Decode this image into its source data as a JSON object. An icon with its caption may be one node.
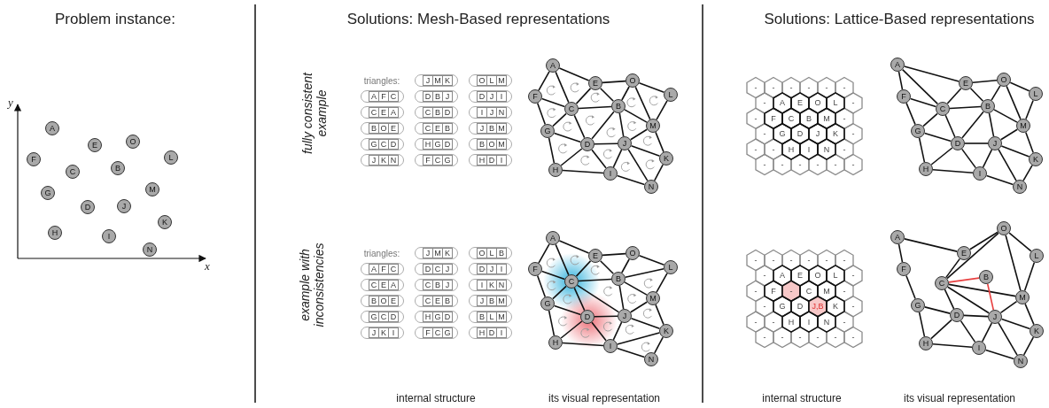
{
  "diagram": {
    "nodes": [
      {
        "text": [
          "A"
        ]
      },
      {
        "text": [
          "B"
        ]
      },
      {
        "text": [
          "C"
        ]
      },
      {
        "text": [
          "D"
        ]
      },
      {
        "text": [
          "E"
        ]
      },
      {
        "text": [
          "F"
        ]
      },
      {
        "text": [
          "G"
        ]
      },
      {
        "text": [
          "H"
        ]
      },
      {
        "text": [
          "I"
        ]
      },
      {
        "text": [
          "J"
        ]
      },
      {
        "text": [
          "K"
        ]
      },
      {
        "text": [
          "L"
        ]
      },
      {
        "text": [
          "M"
        ]
      },
      {
        "text": [
          "N"
        ]
      },
      {
        "text": [
          "O"
        ]
      },
      {
        "text": [
          "A",
          "F",
          "C"
        ]
      },
      {
        "text": [
          "C",
          "E",
          "A"
        ]
      },
      {
        "text": [
          "B",
          "O",
          "E"
        ]
      },
      {
        "text": [
          "G",
          "C",
          "D"
        ]
      },
      {
        "text": [
          "J",
          "K",
          "N"
        ]
      },
      {
        "text": [
          "J",
          "M",
          "K"
        ]
      },
      {
        "text": [
          "D",
          "B",
          "J"
        ]
      },
      {
        "text": [
          "C",
          "B",
          "D"
        ]
      },
      {
        "text": [
          "C",
          "E",
          "B"
        ]
      },
      {
        "text": [
          "H",
          "G",
          "D"
        ]
      },
      {
        "text": [
          "F",
          "C",
          "G"
        ]
      },
      {
        "text": [
          "O",
          "L",
          "M"
        ]
      },
      {
        "text": [
          "D",
          "J",
          "I"
        ]
      },
      {
        "text": [
          "I",
          "J",
          "N"
        ]
      },
      {
        "text": [
          "J",
          "B",
          "M"
        ]
      },
      {
        "text": [
          "B",
          "O",
          "M"
        ]
      },
      {
        "text": [
          "H",
          "D",
          "I"
        ]
      },
      {
        "text": [
          "A"
        ]
      },
      {
        "text": [
          "B"
        ]
      },
      {
        "text": [
          "C"
        ]
      },
      {
        "text": [
          "D"
        ]
      },
      {
        "text": [
          "E"
        ]
      },
      {
        "text": [
          "F"
        ]
      },
      {
        "text": [
          "G"
        ]
      },
      {
        "text": [
          "H"
        ]
      },
      {
        "text": [
          "I"
        ]
      },
      {
        "text": [
          "J"
        ]
      },
      {
        "text": [
          "K"
        ]
      },
      {
        "text": [
          "L"
        ]
      },
      {
        "text": [
          "M"
        ]
      },
      {
        "text": [
          "N"
        ]
      },
      {
        "text": [
          "O"
        ]
      },
      {
        "text": [
          "A",
          "F",
          "C"
        ]
      },
      {
        "text": [
          "C",
          "E",
          "A"
        ]
      },
      {
        "text": [
          "B",
          "O",
          "E"
        ]
      },
      {
        "text": [
          "G",
          "C",
          "D"
        ]
      },
      {
        "text": [
          "J",
          "K",
          "I"
        ]
      },
      {
        "text": [
          "J",
          "M",
          "K"
        ]
      },
      {
        "text": [
          "D",
          "C",
          "J"
        ]
      },
      {
        "text": [
          "C",
          "B",
          "J"
        ]
      },
      {
        "text": [
          "C",
          "E",
          "B"
        ]
      },
      {
        "text": [
          "H",
          "G",
          "D"
        ]
      },
      {
        "text": [
          "F",
          "C",
          "G"
        ]
      },
      {
        "text": [
          "O",
          "L",
          "B"
        ]
      },
      {
        "text": [
          "D",
          "J",
          "I"
        ]
      },
      {
        "text": [
          "I",
          "K",
          "N"
        ]
      },
      {
        "text": [
          "J",
          "B",
          "M"
        ]
      },
      {
        "text": [
          "B",
          "L",
          "M"
        ]
      },
      {
        "text": [
          "H",
          "D",
          "I"
        ]
      },
      {
        "text": [
          "A"
        ]
      },
      {
        "text": [
          "B"
        ]
      },
      {
        "text": [
          "C"
        ]
      },
      {
        "text": [
          "D"
        ]
      },
      {
        "text": [
          "E"
        ]
      },
      {
        "text": [
          "F"
        ]
      },
      {
        "text": [
          "G"
        ]
      },
      {
        "text": [
          "H"
        ]
      },
      {
        "text": [
          "I"
        ]
      },
      {
        "text": [
          "J"
        ]
      },
      {
        "text": [
          "K"
        ]
      },
      {
        "text": [
          "L"
        ]
      },
      {
        "text": [
          "M"
        ]
      },
      {
        "text": [
          "N"
        ]
      },
      {
        "text": [
          "O"
        ]
      },
      {
        "text": [
          "A"
        ]
      },
      {
        "text": [
          "B"
        ]
      },
      {
        "text": [
          "C"
        ]
      },
      {
        "text": [
          "D"
        ]
      },
      {
        "text": [
          "E"
        ]
      },
      {
        "text": [
          "F"
        ]
      },
      {
        "text": [
          "G"
        ]
      },
      {
        "text": [
          "H"
        ]
      },
      {
        "text": [
          "I"
        ]
      },
      {
        "text": [
          "J"
        ]
      },
      {
        "text": [
          "K"
        ]
      },
      {
        "text": [
          "L"
        ]
      },
      {
        "text": [
          "M"
        ]
      },
      {
        "text": [
          "N"
        ]
      },
      {
        "text": [
          "O"
        ]
      },
      {
        "text": [
          "A"
        ]
      },
      {
        "text": [
          "B"
        ]
      },
      {
        "text": [
          "C"
        ]
      },
      {
        "text": [
          "D"
        ]
      },
      {
        "text": [
          "E"
        ]
      },
      {
        "text": [
          "F"
        ]
      },
      {
        "text": [
          "G"
        ]
      },
      {
        "text": [
          "H"
        ]
      },
      {
        "text": [
          "I"
        ]
      },
      {
        "text": [
          "J"
        ]
      },
      {
        "text": [
          "K"
        ]
      },
      {
        "text": [
          "L"
        ]
      },
      {
        "text": [
          "M"
        ]
      },
      {
        "text": [
          "N"
        ]
      },
      {
        "text": [
          "O"
        ]
      }
    ],
    "edges": [
      {
        "from": 32,
        "to": 37,
        "arrow": "none"
      },
      {
        "from": 37,
        "to": 34,
        "arrow": "none"
      },
      {
        "from": 34,
        "to": 32,
        "arrow": "none"
      },
      {
        "from": 34,
        "to": 36,
        "arrow": "none"
      },
      {
        "from": 36,
        "to": 32,
        "arrow": "none"
      },
      {
        "from": 33,
        "to": 46,
        "arrow": "none"
      },
      {
        "from": 46,
        "to": 36,
        "arrow": "none"
      },
      {
        "from": 36,
        "to": 33,
        "arrow": "none"
      },
      {
        "from": 38,
        "to": 34,
        "arrow": "none"
      },
      {
        "from": 34,
        "to": 35,
        "arrow": "none"
      },
      {
        "from": 35,
        "to": 38,
        "arrow": "none"
      },
      {
        "from": 41,
        "to": 42,
        "arrow": "none"
      },
      {
        "from": 42,
        "to": 45,
        "arrow": "none"
      },
      {
        "from": 45,
        "to": 41,
        "arrow": "none"
      },
      {
        "from": 41,
        "to": 44,
        "arrow": "none"
      },
      {
        "from": 44,
        "to": 42,
        "arrow": "none"
      },
      {
        "from": 35,
        "to": 33,
        "arrow": "none"
      },
      {
        "from": 33,
        "to": 41,
        "arrow": "none"
      },
      {
        "from": 41,
        "to": 35,
        "arrow": "none"
      },
      {
        "from": 34,
        "to": 33,
        "arrow": "none"
      },
      {
        "from": 39,
        "to": 38,
        "arrow": "none"
      },
      {
        "from": 35,
        "to": 39,
        "arrow": "none"
      },
      {
        "from": 37,
        "to": 38,
        "arrow": "none"
      },
      {
        "from": 46,
        "to": 43,
        "arrow": "none"
      },
      {
        "from": 43,
        "to": 44,
        "arrow": "none"
      },
      {
        "from": 44,
        "to": 46,
        "arrow": "none"
      },
      {
        "from": 41,
        "to": 40,
        "arrow": "none"
      },
      {
        "from": 40,
        "to": 35,
        "arrow": "none"
      },
      {
        "from": 40,
        "to": 45,
        "arrow": "none"
      },
      {
        "from": 33,
        "to": 44,
        "arrow": "none"
      },
      {
        "from": 39,
        "to": 40,
        "arrow": "none"
      },
      {
        "from": 64,
        "to": 69,
        "arrow": "none"
      },
      {
        "from": 69,
        "to": 66,
        "arrow": "none"
      },
      {
        "from": 66,
        "to": 64,
        "arrow": "none"
      },
      {
        "from": 66,
        "to": 68,
        "arrow": "none"
      },
      {
        "from": 68,
        "to": 64,
        "arrow": "none"
      },
      {
        "from": 65,
        "to": 78,
        "arrow": "none"
      },
      {
        "from": 78,
        "to": 68,
        "arrow": "none"
      },
      {
        "from": 68,
        "to": 65,
        "arrow": "none"
      },
      {
        "from": 70,
        "to": 66,
        "arrow": "none"
      },
      {
        "from": 66,
        "to": 67,
        "arrow": "none"
      },
      {
        "from": 67,
        "to": 70,
        "arrow": "none"
      },
      {
        "from": 73,
        "to": 74,
        "arrow": "none"
      },
      {
        "from": 74,
        "to": 72,
        "arrow": "none"
      },
      {
        "from": 72,
        "to": 73,
        "arrow": "none"
      },
      {
        "from": 73,
        "to": 76,
        "arrow": "none"
      },
      {
        "from": 76,
        "to": 74,
        "arrow": "none"
      },
      {
        "from": 67,
        "to": 73,
        "arrow": "none"
      },
      {
        "from": 66,
        "to": 73,
        "arrow": "none"
      },
      {
        "from": 66,
        "to": 65,
        "arrow": "none"
      },
      {
        "from": 65,
        "to": 73,
        "arrow": "none"
      },
      {
        "from": 71,
        "to": 70,
        "arrow": "none"
      },
      {
        "from": 67,
        "to": 71,
        "arrow": "none"
      },
      {
        "from": 69,
        "to": 70,
        "arrow": "none"
      },
      {
        "from": 78,
        "to": 75,
        "arrow": "none"
      },
      {
        "from": 75,
        "to": 65,
        "arrow": "none"
      },
      {
        "from": 67,
        "to": 72,
        "arrow": "none"
      },
      {
        "from": 72,
        "to": 77,
        "arrow": "none"
      },
      {
        "from": 77,
        "to": 74,
        "arrow": "none"
      },
      {
        "from": 65,
        "to": 76,
        "arrow": "none"
      },
      {
        "from": 75,
        "to": 76,
        "arrow": "none"
      },
      {
        "from": 71,
        "to": 72,
        "arrow": "none"
      },
      {
        "from": 79,
        "to": 84,
        "arrow": "none"
      },
      {
        "from": 84,
        "to": 81,
        "arrow": "none"
      },
      {
        "from": 81,
        "to": 79,
        "arrow": "none"
      },
      {
        "from": 81,
        "to": 83,
        "arrow": "none"
      },
      {
        "from": 83,
        "to": 79,
        "arrow": "none"
      },
      {
        "from": 80,
        "to": 93,
        "arrow": "none"
      },
      {
        "from": 93,
        "to": 83,
        "arrow": "none"
      },
      {
        "from": 83,
        "to": 80,
        "arrow": "none"
      },
      {
        "from": 85,
        "to": 81,
        "arrow": "none"
      },
      {
        "from": 81,
        "to": 82,
        "arrow": "none"
      },
      {
        "from": 82,
        "to": 85,
        "arrow": "none"
      },
      {
        "from": 88,
        "to": 89,
        "arrow": "none"
      },
      {
        "from": 89,
        "to": 92,
        "arrow": "none"
      },
      {
        "from": 92,
        "to": 88,
        "arrow": "none"
      },
      {
        "from": 88,
        "to": 91,
        "arrow": "none"
      },
      {
        "from": 91,
        "to": 89,
        "arrow": "none"
      },
      {
        "from": 82,
        "to": 80,
        "arrow": "none"
      },
      {
        "from": 80,
        "to": 88,
        "arrow": "none"
      },
      {
        "from": 88,
        "to": 82,
        "arrow": "none"
      },
      {
        "from": 81,
        "to": 80,
        "arrow": "none"
      },
      {
        "from": 86,
        "to": 85,
        "arrow": "none"
      },
      {
        "from": 82,
        "to": 86,
        "arrow": "none"
      },
      {
        "from": 84,
        "to": 85,
        "arrow": "none"
      },
      {
        "from": 93,
        "to": 90,
        "arrow": "none"
      },
      {
        "from": 90,
        "to": 91,
        "arrow": "none"
      },
      {
        "from": 91,
        "to": 93,
        "arrow": "none"
      },
      {
        "from": 88,
        "to": 87,
        "arrow": "none"
      },
      {
        "from": 87,
        "to": 82,
        "arrow": "none"
      },
      {
        "from": 87,
        "to": 92,
        "arrow": "none"
      },
      {
        "from": 80,
        "to": 91,
        "arrow": "none"
      },
      {
        "from": 86,
        "to": 87,
        "arrow": "none"
      },
      {
        "from": 94,
        "to": 98,
        "arrow": "none"
      },
      {
        "from": 98,
        "to": 108,
        "arrow": "none"
      },
      {
        "from": 108,
        "to": 105,
        "arrow": "none"
      },
      {
        "from": 96,
        "to": 106,
        "arrow": "none"
      },
      {
        "from": 100,
        "to": 97,
        "arrow": "none"
      },
      {
        "from": 97,
        "to": 103,
        "arrow": "none"
      },
      {
        "from": 103,
        "to": 104,
        "arrow": "none"
      },
      {
        "from": 101,
        "to": 102,
        "arrow": "none"
      },
      {
        "from": 102,
        "to": 107,
        "arrow": "none"
      },
      {
        "from": 94,
        "to": 99,
        "arrow": "none"
      },
      {
        "from": 98,
        "to": 96,
        "arrow": "none"
      },
      {
        "from": 108,
        "to": 96,
        "arrow": "none"
      },
      {
        "from": 108,
        "to": 106,
        "arrow": "none"
      },
      {
        "from": 105,
        "to": 106,
        "arrow": "none"
      },
      {
        "from": 99,
        "to": 100,
        "arrow": "none"
      },
      {
        "from": 96,
        "to": 97,
        "arrow": "none"
      },
      {
        "from": 96,
        "to": 103,
        "arrow": "none"
      },
      {
        "from": 106,
        "to": 103,
        "arrow": "none"
      },
      {
        "from": 106,
        "to": 104,
        "arrow": "none"
      },
      {
        "from": 100,
        "to": 101,
        "arrow": "none"
      },
      {
        "from": 97,
        "to": 101,
        "arrow": "none"
      },
      {
        "from": 97,
        "to": 102,
        "arrow": "none"
      },
      {
        "from": 102,
        "to": 103,
        "arrow": "none"
      },
      {
        "from": 107,
        "to": 103,
        "arrow": "none"
      },
      {
        "from": 107,
        "to": 104,
        "arrow": "none"
      },
      {
        "from": 96,
        "to": 95,
        "arrow": "none",
        "color": "#e84040"
      },
      {
        "from": 95,
        "to": 103,
        "arrow": "none",
        "color": "#e84040"
      }
    ],
    "labels": [
      "Problem instance:",
      "Solutions: Mesh-Based representations",
      "Solutions: Lattice-Based representations",
      "y",
      "x",
      "fully consistent example",
      "triangles:",
      "-",
      "-",
      "-",
      "-",
      "-",
      "-",
      "-",
      "A",
      "E",
      "O",
      "L",
      "-",
      "-",
      "F",
      "C",
      "B",
      "M",
      "-",
      "-",
      "G",
      "D",
      "J",
      "K",
      "-",
      "-",
      "-",
      "H",
      "I",
      "N",
      "-",
      "-",
      "-",
      "-",
      "-",
      "-",
      "-",
      "example with inconsistencies",
      "triangles:",
      "-",
      "-",
      "-",
      "-",
      "-",
      "-",
      "-",
      "A",
      "E",
      "O",
      "L",
      "-",
      "-",
      "F",
      "-",
      "C",
      "M",
      "-",
      "-",
      "G",
      "D",
      "J,B",
      "K",
      "-",
      "-",
      "-",
      "H",
      "I",
      "N",
      "-",
      "-",
      "-",
      "-",
      "-",
      "-",
      "-",
      "internal structure",
      "its visual representation",
      "internal structure",
      "its visual representation"
    ]
  }
}
